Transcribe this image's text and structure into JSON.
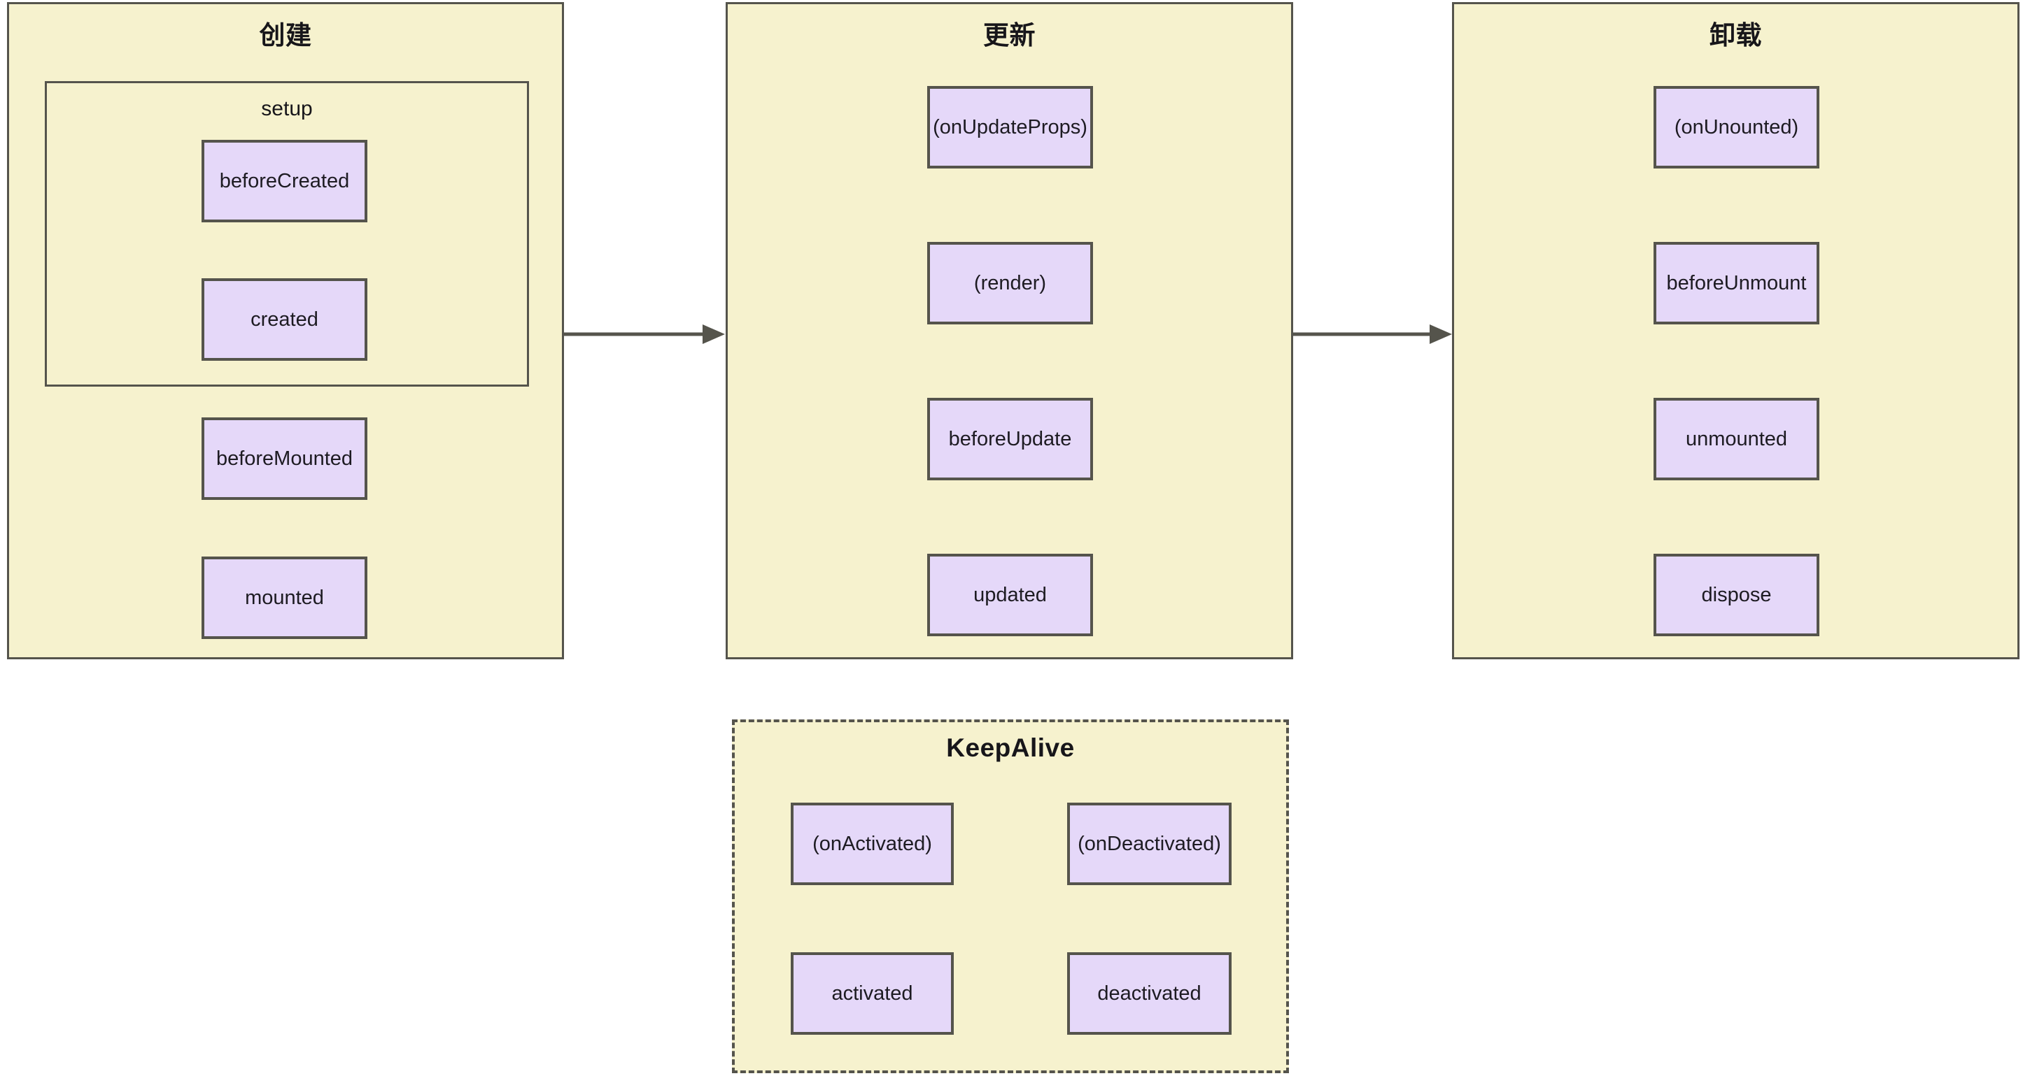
{
  "diagram": {
    "title_colors": {
      "cluster_fill": "#f6f2ce",
      "cluster_stroke": "#55544c",
      "node_fill": "#e5d8f9",
      "node_stroke": "#55544c",
      "edge_stroke": "#55544c",
      "text": "#1d1b22",
      "page_background": "#ffffff"
    },
    "clusters": [
      {
        "id": "create",
        "title": "创建",
        "style": "solid",
        "subgraph": {
          "id": "setup",
          "title": "setup",
          "nodes": [
            "beforeCreated",
            "created"
          ]
        },
        "nodes": [
          "beforeCreated",
          "created",
          "beforeMounted",
          "mounted"
        ],
        "edges": [
          {
            "from": "beforeCreated",
            "to": "created"
          },
          {
            "from": "created",
            "to": "beforeMounted"
          },
          {
            "from": "beforeMounted",
            "to": "mounted"
          }
        ]
      },
      {
        "id": "update",
        "title": "更新",
        "style": "solid",
        "nodes": [
          "(onUpdateProps)",
          "(render)",
          "beforeUpdate",
          "updated"
        ],
        "edges": [
          {
            "from": "(onUpdateProps)",
            "to": "(render)"
          },
          {
            "from": "(render)",
            "to": "beforeUpdate"
          },
          {
            "from": "beforeUpdate",
            "to": "updated"
          }
        ]
      },
      {
        "id": "unmount",
        "title": "卸载",
        "style": "solid",
        "nodes": [
          "(onUnounted)",
          "beforeUnmount",
          "unmounted",
          "dispose"
        ],
        "edges": [
          {
            "from": "(onUnounted)",
            "to": "beforeUnmount"
          },
          {
            "from": "beforeUnmount",
            "to": "unmounted"
          },
          {
            "from": "unmounted",
            "to": "dispose"
          }
        ]
      },
      {
        "id": "keepalive",
        "title": "KeepAlive",
        "style": "dashed",
        "nodes": [
          "(onActivated)",
          "activated",
          "(onDeactivated)",
          "deactivated"
        ],
        "edges": [
          {
            "from": "(onActivated)",
            "to": "activated"
          },
          {
            "from": "(onDeactivated)",
            "to": "deactivated"
          }
        ]
      }
    ],
    "cluster_links": [
      {
        "from": "create",
        "to": "update"
      },
      {
        "from": "update",
        "to": "unmount"
      }
    ],
    "labels": {
      "create_title": "创建",
      "update_title": "更新",
      "unmount_title": "卸载",
      "keepalive_title": "KeepAlive",
      "setup_title": "setup",
      "n_before_created": "beforeCreated",
      "n_created": "created",
      "n_before_mounted": "beforeMounted",
      "n_mounted": "mounted",
      "n_on_update_props": "(onUpdateProps)",
      "n_render": "(render)",
      "n_before_update": "beforeUpdate",
      "n_updated": "updated",
      "n_on_unounted": "(onUnounted)",
      "n_before_unmount": "beforeUnmount",
      "n_unmounted": "unmounted",
      "n_dispose": "dispose",
      "n_on_activated": "(onActivated)",
      "n_activated": "activated",
      "n_on_deactivated": "(onDeactivated)",
      "n_deactivated": "deactivated"
    }
  }
}
